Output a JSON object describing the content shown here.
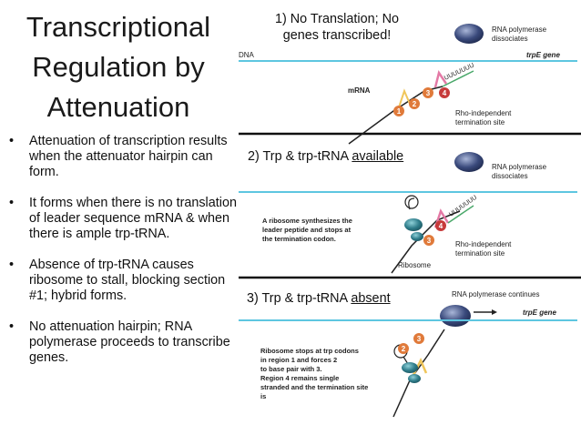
{
  "title_lines": [
    "Transcriptional",
    "Regulation by",
    "Attenuation"
  ],
  "bullets": [
    "Attenuation of transcription results when the attenuator hairpin can form.",
    "It forms when there is no translation of leader sequence mRNA & when there is ample trp-tRNA.",
    "Absence of trp-tRNA causes ribosome to stall, blocking section #1; hybrid forms.",
    "No attenuation hairpin; RNA polymerase proceeds to transcribe genes."
  ],
  "bullet_symbol": "•",
  "panel1": {
    "heading": "1) No Translation; No genes transcribed!",
    "dna_label": "DNA",
    "gene_label": "trpE gene",
    "mrna_label": "mRNA",
    "polymerase_label": "RNA polymerase dissociates",
    "rho_label": "Rho-independent termination site",
    "u_run": "UUUUUUU",
    "regions": [
      "1",
      "2",
      "3",
      "4"
    ]
  },
  "panel2": {
    "heading_prefix": "2) Trp & trp-tRNA ",
    "heading_underlined": "available",
    "polymerase_label": "RNA polymerase dissociates",
    "ribosome_text": "A ribosome synthesizes the leader peptide and stops at the termination codon.",
    "rho_label": "Rho-independent termination site",
    "ribosome_label": "Ribosome",
    "u_run": "UUUUUUU",
    "regions": [
      "3",
      "4"
    ]
  },
  "panel3": {
    "heading_prefix": "3) Trp & trp-tRNA ",
    "heading_underlined": "absent",
    "polymerase_label": "RNA  polymerase continues",
    "gene_label": "trpE gene",
    "ribosome_text": "Ribosome stops at trp codons in region 1 and forces 2 to base pair with 3. Region 4 remains single stranded and the termination site is not formed.",
    "regions": [
      "2",
      "3"
    ]
  },
  "colors": {
    "dna_line": "#5ec6e0",
    "divider": "#111111",
    "polymerase": "#3a4a7c",
    "ribosome": "#2e7c8a",
    "region_orange": "#e07a3a",
    "region_red": "#c73b3b",
    "hairpin_yellow": "#f0c65a",
    "hairpin_pink": "#e47aa6",
    "u_run_green": "#4aa86a"
  }
}
